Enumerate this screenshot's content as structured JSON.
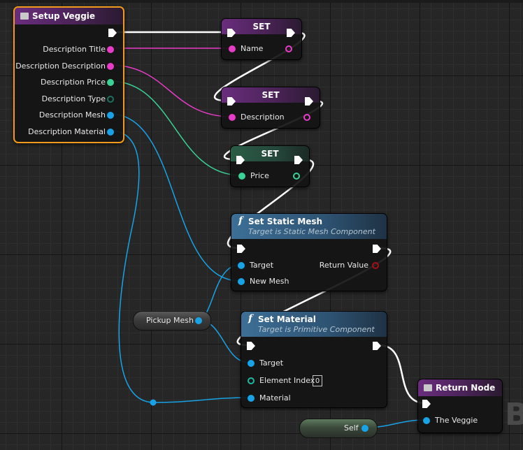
{
  "graph": {
    "setup_veggie": {
      "title": "Setup Veggie",
      "outputs": [
        "Description Title",
        "Description Description",
        "Description Price",
        "Description Type",
        "Description Mesh",
        "Description Material"
      ]
    },
    "set_name": {
      "title": "SET",
      "pin": "Name"
    },
    "set_description": {
      "title": "SET",
      "pin": "Description"
    },
    "set_price": {
      "title": "SET",
      "pin": "Price"
    },
    "set_static_mesh": {
      "title": "Set Static Mesh",
      "subtitle": "Target is Static Mesh Component",
      "target": "Target",
      "new_mesh": "New Mesh",
      "return_value": "Return Value"
    },
    "pickup_mesh": {
      "label": "Pickup Mesh"
    },
    "set_material": {
      "title": "Set Material",
      "subtitle": "Target is Primitive Component",
      "target": "Target",
      "element_index": "Element Index",
      "element_index_value": "0",
      "material": "Material"
    },
    "return_node": {
      "title": "Return Node",
      "pin": "The Veggie"
    },
    "self_node": {
      "label": "Self"
    },
    "corner_letter": "B"
  },
  "colors": {
    "exec": "#ffffff",
    "string": "#e83cc8",
    "float": "#3ad296",
    "byte": "#1c7061",
    "object": "#17a3e6",
    "selected_outline": "#f19a1b",
    "return_pin": "#a3101a"
  }
}
